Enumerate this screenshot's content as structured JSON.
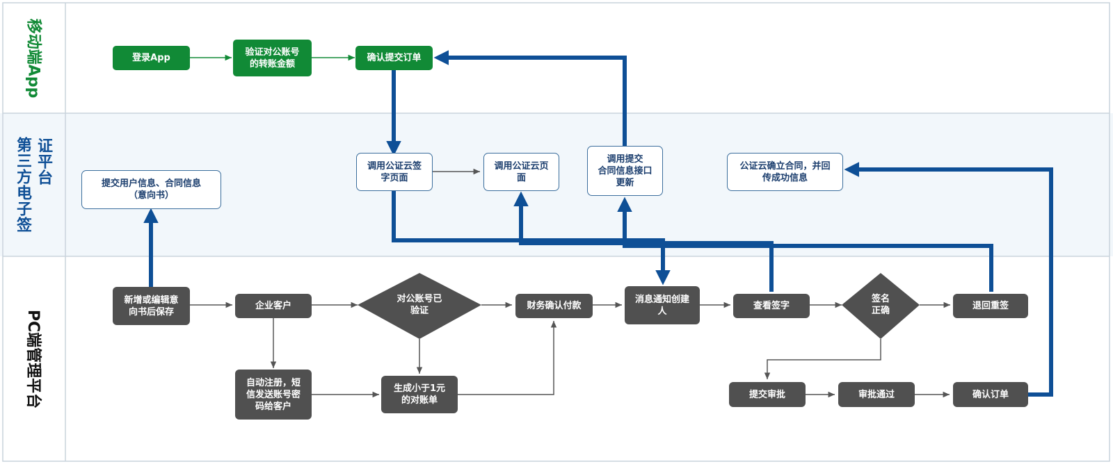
{
  "lanes": {
    "mobile": "移动端App",
    "esign_col1": "证平台",
    "esign_col2": "第三方电子签",
    "pc": "PC端管理平台"
  },
  "nodes": {
    "login_app": "登录App",
    "verify_transfer": "验证对公账号\n的转账金额",
    "confirm_submit_order": "确认提交订单",
    "submit_user_info": "提交用户信息、合同信息\n（意向书）",
    "call_sign_page": "调用公证云签\n字页面",
    "call_page": "调用公证云页\n面",
    "call_submit_api": "调用提交\n合同信息接口\n更新",
    "notary_confirm": "公证云确立合同，并回\n传成功信息",
    "new_edit_intent": "新增或编辑意\n向书后保存",
    "enterprise_customer": "企业客户",
    "account_verified": "对公账号已\n验证",
    "finance_confirm": "财务确认付款",
    "notify_creator": "消息通知创建\n人",
    "view_signature": "查看签字",
    "sign_correct": "签名\n正确",
    "return_resign": "退回重签",
    "auto_register": "自动注册，短\n信发送账号密\n码给客户",
    "generate_statement": "生成小于1元\n的对账单",
    "submit_approval": "提交审批",
    "approval_passed": "审批通过",
    "confirm_order": "确认订单"
  },
  "colors": {
    "green": "#118a36",
    "blue": "#0e4f96",
    "gray": "#505050",
    "lane_bg_mid": "#f2f7fb",
    "border": "#c9d3dc",
    "outline": "#3a6d9c"
  }
}
